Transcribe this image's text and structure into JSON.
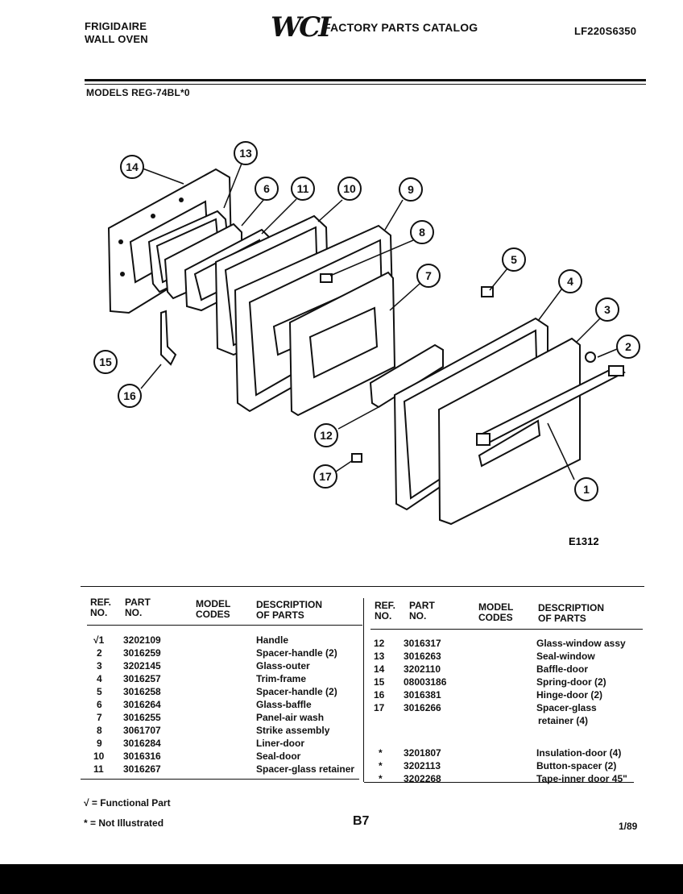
{
  "header": {
    "brand_line1": "FRIGIDAIRE",
    "brand_line2": "WALL OVEN",
    "logo": "WCI",
    "catalog_title": "FACTORY PARTS CATALOG",
    "catalog_code": "LF220S6350",
    "models": "MODELS REG-74BL*0"
  },
  "diagram": {
    "figure_id": "E1312",
    "callouts": [
      "1",
      "2",
      "3",
      "4",
      "5",
      "6",
      "7",
      "8",
      "9",
      "10",
      "11",
      "12",
      "13",
      "14",
      "15",
      "16",
      "17"
    ]
  },
  "table": {
    "col_ref": [
      "REF.",
      "NO."
    ],
    "col_part": [
      "PART",
      "NO."
    ],
    "col_model": [
      "MODEL",
      "CODES"
    ],
    "col_desc": [
      "DESCRIPTION",
      "OF PARTS"
    ],
    "left_rows": [
      {
        "ref": "√1",
        "part": "3202109",
        "desc": "Handle"
      },
      {
        "ref": "2",
        "part": "3016259",
        "desc": "Spacer-handle (2)"
      },
      {
        "ref": "3",
        "part": "3202145",
        "desc": "Glass-outer"
      },
      {
        "ref": "4",
        "part": "3016257",
        "desc": "Trim-frame"
      },
      {
        "ref": "5",
        "part": "3016258",
        "desc": "Spacer-handle (2)"
      },
      {
        "ref": "6",
        "part": "3016264",
        "desc": "Glass-baffle"
      },
      {
        "ref": "7",
        "part": "3016255",
        "desc": "Panel-air wash"
      },
      {
        "ref": "8",
        "part": "3061707",
        "desc": "Strike assembly"
      },
      {
        "ref": "9",
        "part": "3016284",
        "desc": "Liner-door"
      },
      {
        "ref": "10",
        "part": "3016316",
        "desc": "Seal-door"
      },
      {
        "ref": "11",
        "part": "3016267",
        "desc": "Spacer-glass retainer"
      }
    ],
    "right_rows": [
      {
        "ref": "12",
        "part": "3016317",
        "desc": "Glass-window assy"
      },
      {
        "ref": "13",
        "part": "3016263",
        "desc": "Seal-window"
      },
      {
        "ref": "14",
        "part": "3202110",
        "desc": "Baffle-door"
      },
      {
        "ref": "15",
        "part": "08003186",
        "desc": "Spring-door (2)"
      },
      {
        "ref": "16",
        "part": "3016381",
        "desc": "Hinge-door (2)"
      },
      {
        "ref": "17",
        "part": "3016266",
        "desc": "Spacer-glass"
      },
      {
        "ref": "",
        "part": "",
        "desc": "retainer (4)"
      },
      {
        "ref": "",
        "part": "",
        "desc": ""
      },
      {
        "ref": "*",
        "part": "3201807",
        "desc": "Insulation-door (4)"
      },
      {
        "ref": "*",
        "part": "3202113",
        "desc": "Button-spacer (2)"
      },
      {
        "ref": "*",
        "part": "3202268",
        "desc": "Tape-inner door 45\""
      }
    ]
  },
  "footer": {
    "legend_functional": "√ = Functional Part",
    "legend_not_illustrated": "* = Not Illustrated",
    "page": "B7",
    "date": "1/89"
  }
}
